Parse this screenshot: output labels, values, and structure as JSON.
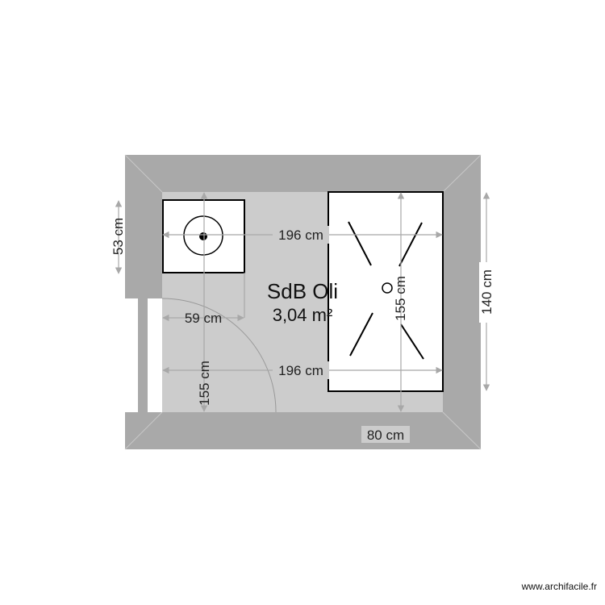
{
  "room": {
    "name": "SdB Oli",
    "area": "3,04 m²"
  },
  "dimensions": {
    "width_top": "196 cm",
    "width_bottom": "196 cm",
    "height_left_fixture": "155 cm",
    "height_shower": "155 cm",
    "toilet_depth": "53 cm",
    "toilet_width": "59 cm",
    "shower_length": "140 cm",
    "door_width": "80 cm"
  },
  "colors": {
    "wall": "#a9a9a9",
    "floor": "#cccccc",
    "fixture": "#ffffff"
  },
  "watermark": "www.archifacile.fr"
}
